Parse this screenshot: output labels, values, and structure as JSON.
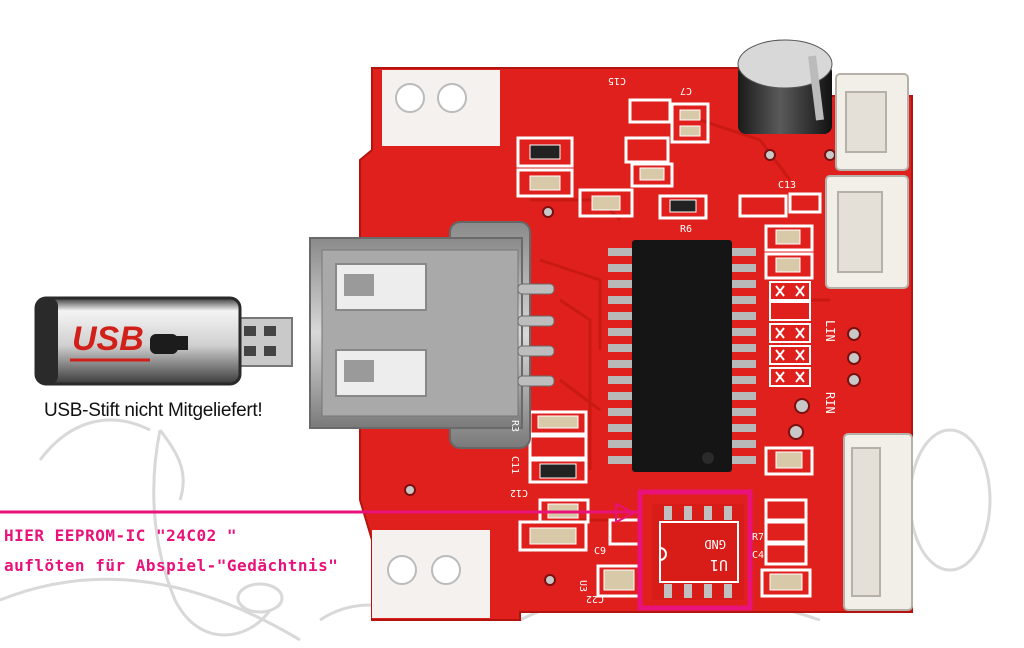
{
  "photo": {
    "caption": "USB-Stift nicht Mitgeliefert!",
    "usb_stick_label": "USB",
    "annotation_line_1": "HIER EEPROM-IC \"24C02 \"",
    "annotation_line_2": "auflöten für Abspiel-\"Gedächtnis\"",
    "highlight_color": "#e8127a",
    "board_color": "#e0201c",
    "pcb_labels": {
      "u1": "U1",
      "gnd": "GND",
      "u3": "U3",
      "c15": "C15",
      "c7": "C7",
      "c13": "C13",
      "c11": "C11",
      "c12": "C12",
      "c9": "C9",
      "r3": "R3",
      "r6": "R6",
      "r7": "R7",
      "c4": "C4",
      "c22": "C22",
      "rin": "RIN",
      "lin": "LIN"
    }
  }
}
